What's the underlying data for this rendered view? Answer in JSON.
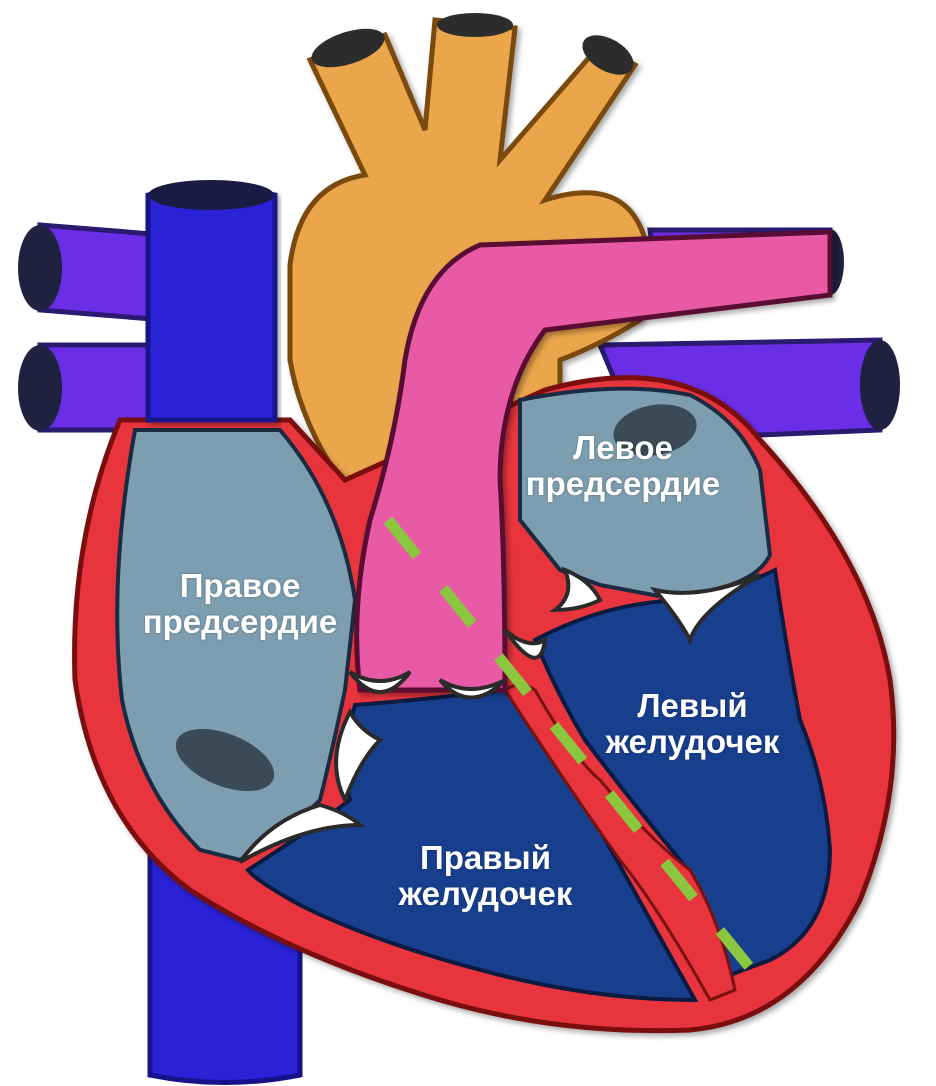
{
  "colors": {
    "vena_cava": "#2a22d6",
    "pulmonary_veins": "#6a2ee6",
    "aorta": "#eba64c",
    "pulmonary_artery": "#e85aa6",
    "myocardium": "#e8343c",
    "atrium_fill": "#7c9eb0",
    "ventricle_fill": "#173f8e",
    "valve": "#ffffff",
    "septum_line": "#8ac63e",
    "label_text": "#ffffff"
  },
  "icons": {
    "vessel_openings": "dark-ellipse",
    "valves": "white-cusp"
  },
  "labels": {
    "right_atrium": {
      "line1": "Правое",
      "line2": "предсердие"
    },
    "left_atrium": {
      "line1": "Левое",
      "line2": "предсердие"
    },
    "left_ventricle": {
      "line1": "Левый",
      "line2": "желудочек"
    },
    "right_ventricle": {
      "line1": "Правый",
      "line2": "желудочек"
    }
  },
  "septum_line": {
    "style": "dashed"
  }
}
